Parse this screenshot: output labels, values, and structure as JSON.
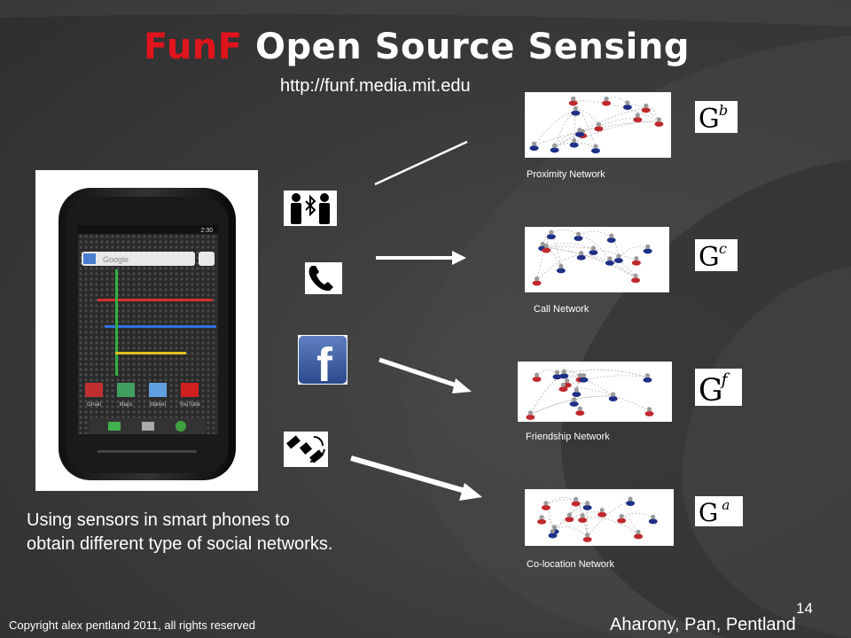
{
  "slide": {
    "title_accent": "FunF",
    "title_rest": " Open Source Sensing",
    "url": "http://funf.media.mit.edu",
    "caption_line1": "Using sensors in smart phones to",
    "caption_line2": "obtain different type of social networks.",
    "copyright": "Copyright alex pentland 2011, all rights reserved",
    "page_number": "14",
    "authors": "Aharony, Pan, Pentland"
  },
  "phone": {
    "clock": "2:30",
    "search_text": "Google",
    "apps": [
      "Gmail",
      "Maps",
      "Market",
      "YouTube"
    ]
  },
  "icons": [
    {
      "name": "bluetooth-proximity-icon"
    },
    {
      "name": "phone-call-icon"
    },
    {
      "name": "facebook-icon",
      "glyph": "f"
    },
    {
      "name": "gps-satellite-icon"
    }
  ],
  "networks": [
    {
      "label": "Proximity Network",
      "symbol": "G",
      "superscript": "b"
    },
    {
      "label": "Call Network",
      "symbol": "G",
      "superscript": "c"
    },
    {
      "label": "Friendship Network",
      "symbol": "G",
      "superscript": "f"
    },
    {
      "label": "Co-location Network",
      "symbol": "G",
      "superscript": "a"
    }
  ],
  "colors": {
    "accent": "#e0141c",
    "node_red": "#c0282c",
    "node_blue": "#1e2f86"
  }
}
